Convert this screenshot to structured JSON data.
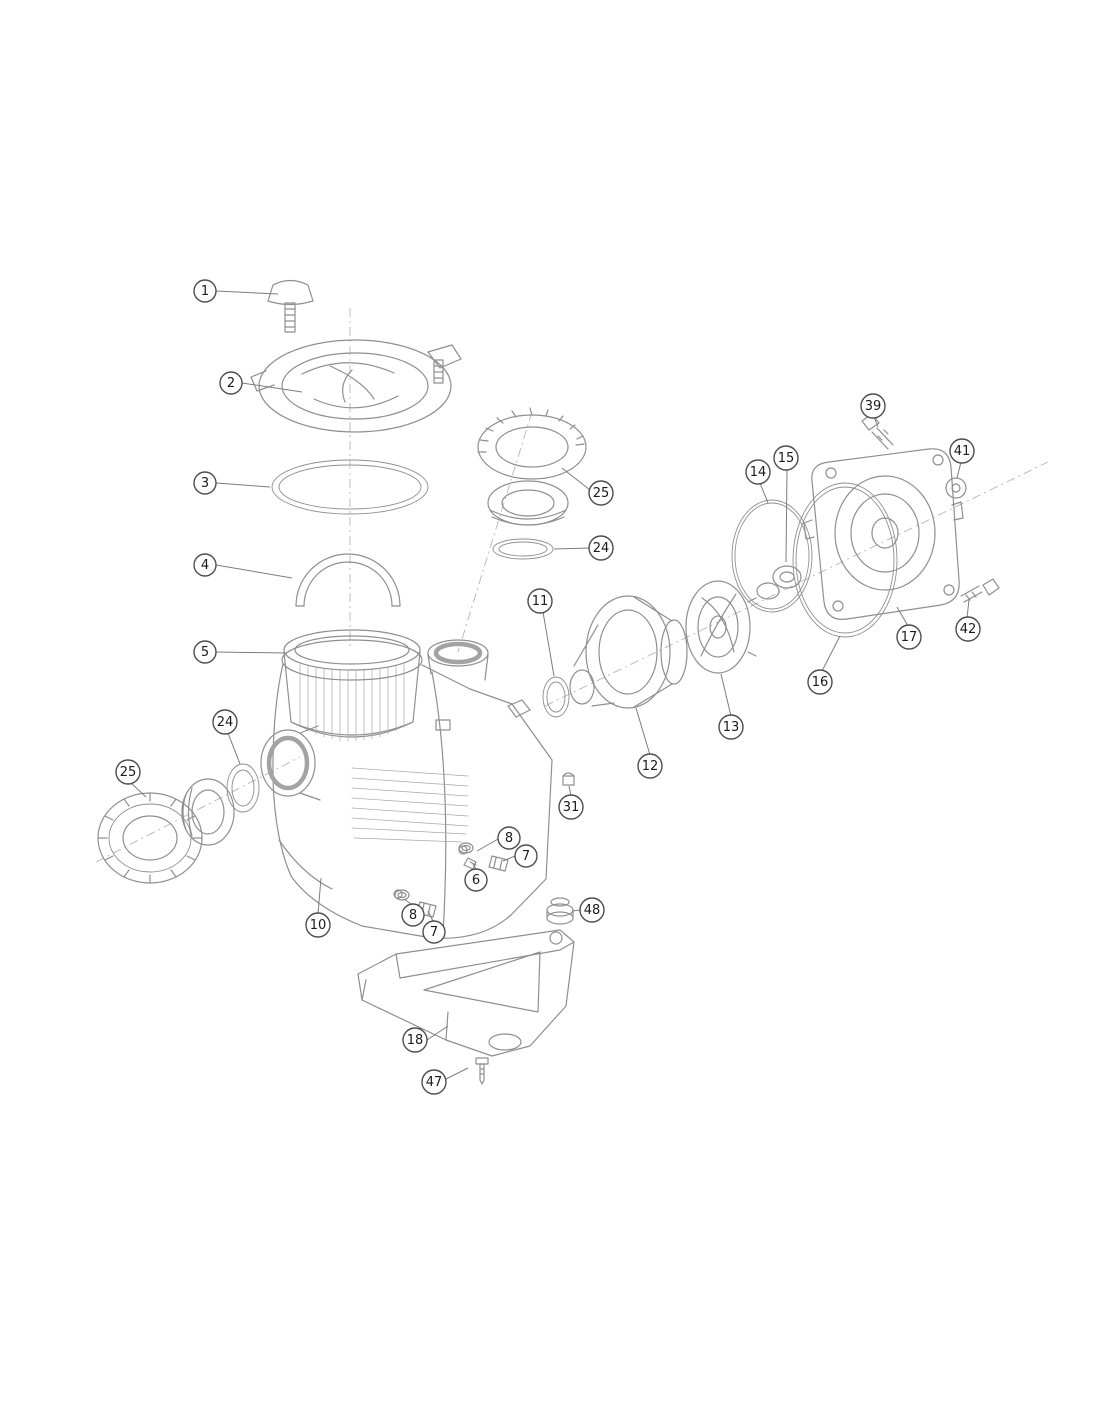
{
  "figure": {
    "kind": "exploded-parts-diagram",
    "line_color": "#8f8f8f",
    "callout_stroke": "#4d4d4d",
    "callout_text_color": "#1a1a1a",
    "background": "#ffffff"
  },
  "callouts": [
    {
      "label": "1"
    },
    {
      "label": "2"
    },
    {
      "label": "3"
    },
    {
      "label": "4"
    },
    {
      "label": "5"
    },
    {
      "label": "25"
    },
    {
      "label": "24"
    },
    {
      "label": "11"
    },
    {
      "label": "14"
    },
    {
      "label": "15"
    },
    {
      "label": "39"
    },
    {
      "label": "41"
    },
    {
      "label": "17"
    },
    {
      "label": "42"
    },
    {
      "label": "16"
    },
    {
      "label": "13"
    },
    {
      "label": "12"
    },
    {
      "label": "31"
    },
    {
      "label": "8"
    },
    {
      "label": "7"
    },
    {
      "label": "6"
    },
    {
      "label": "24"
    },
    {
      "label": "25"
    },
    {
      "label": "10"
    },
    {
      "label": "8"
    },
    {
      "label": "7"
    },
    {
      "label": "48"
    },
    {
      "label": "18"
    },
    {
      "label": "47"
    }
  ]
}
